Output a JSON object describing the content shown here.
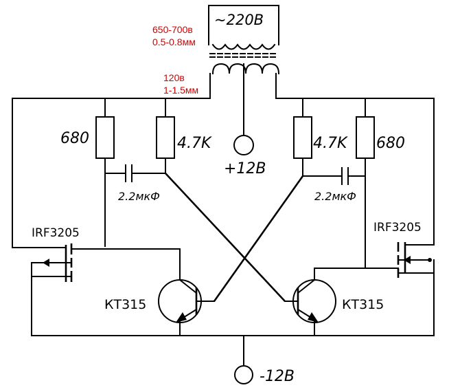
{
  "transformer": {
    "primary_voltage": "~220В",
    "primary_turns": "650-700в",
    "primary_wire": "0.5-0.8мм",
    "secondary_turns": "120в",
    "secondary_wire": "1-1.5мм"
  },
  "supply": {
    "positive": "+12В",
    "negative": "-12В"
  },
  "components": {
    "r1": "680",
    "r2": "4.7K",
    "r3": "4.7K",
    "r4": "680",
    "c1": "2.2мкФ",
    "c2": "2.2мкФ",
    "q1": "IRF3205",
    "q2": "IRF3205",
    "t1": "КТ315",
    "t2": "КТ315"
  },
  "colors": {
    "wire": "#000000",
    "annotation": "#d40000",
    "background": "#ffffff"
  }
}
